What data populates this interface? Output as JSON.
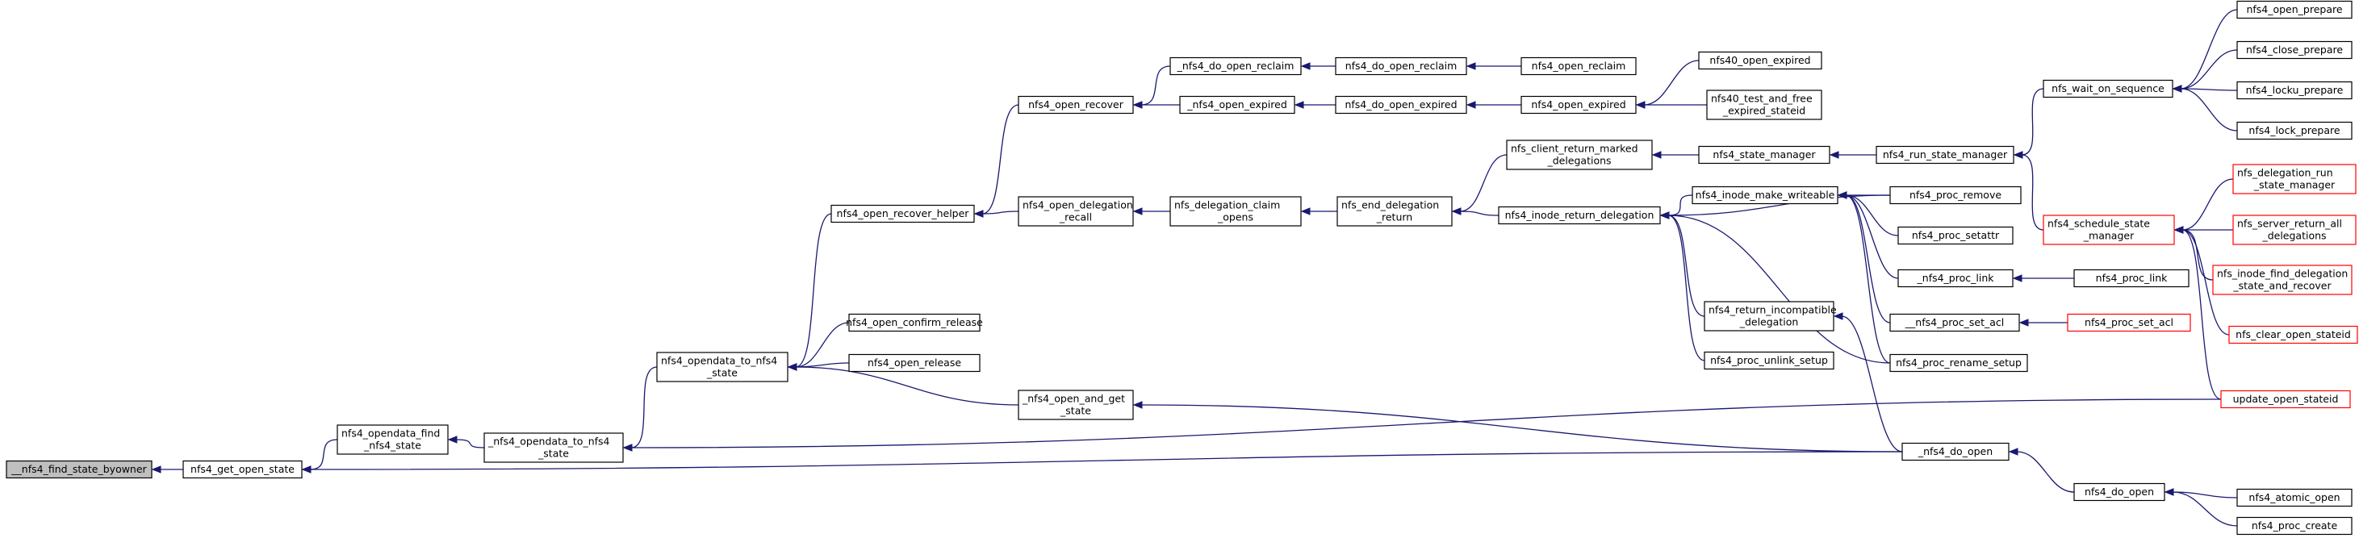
{
  "colors": {
    "focus_fill": "#bfbfbf",
    "default_border": "#000000",
    "truncated_border": "#ff0000",
    "edge": "#191970",
    "background": "#ffffff"
  },
  "legend_note": "",
  "nodes": [
    {
      "id": "n00",
      "lines": [
        "__nfs4_find_state_byowner"
      ],
      "style": "focus"
    },
    {
      "id": "n01",
      "lines": [
        "nfs4_get_open_state"
      ],
      "style": "default"
    },
    {
      "id": "n02",
      "lines": [
        "nfs4_opendata_find",
        "_nfs4_state"
      ],
      "style": "default"
    },
    {
      "id": "n03",
      "lines": [
        "_nfs4_opendata_to_nfs4",
        "_state"
      ],
      "style": "default"
    },
    {
      "id": "n04",
      "lines": [
        "nfs4_opendata_to_nfs4",
        "_state"
      ],
      "style": "default"
    },
    {
      "id": "n05",
      "lines": [
        "nfs4_open_recover_helper"
      ],
      "style": "default"
    },
    {
      "id": "n06",
      "lines": [
        "nfs4_open_confirm_release"
      ],
      "style": "default"
    },
    {
      "id": "n07",
      "lines": [
        "nfs4_open_release"
      ],
      "style": "default"
    },
    {
      "id": "n08",
      "lines": [
        "_nfs4_open_and_get",
        "_state"
      ],
      "style": "default"
    },
    {
      "id": "n09",
      "lines": [
        "nfs4_open_recover"
      ],
      "style": "default"
    },
    {
      "id": "n10",
      "lines": [
        "nfs4_open_delegation",
        "_recall"
      ],
      "style": "default"
    },
    {
      "id": "n11",
      "lines": [
        "_nfs4_do_open_reclaim"
      ],
      "style": "default"
    },
    {
      "id": "n12",
      "lines": [
        "_nfs4_open_expired"
      ],
      "style": "default"
    },
    {
      "id": "n13",
      "lines": [
        "nfs_delegation_claim",
        "_opens"
      ],
      "style": "default"
    },
    {
      "id": "n14",
      "lines": [
        "nfs4_do_open_reclaim"
      ],
      "style": "default"
    },
    {
      "id": "n15",
      "lines": [
        "nfs4_do_open_expired"
      ],
      "style": "default"
    },
    {
      "id": "n16",
      "lines": [
        "nfs_end_delegation",
        "_return"
      ],
      "style": "default"
    },
    {
      "id": "n17",
      "lines": [
        "nfs4_open_reclaim"
      ],
      "style": "default"
    },
    {
      "id": "n18",
      "lines": [
        "nfs4_open_expired"
      ],
      "style": "default"
    },
    {
      "id": "n19",
      "lines": [
        "nfs_client_return_marked",
        "_delegations"
      ],
      "style": "default"
    },
    {
      "id": "n20",
      "lines": [
        "nfs4_inode_return_delegation"
      ],
      "style": "default"
    },
    {
      "id": "n21",
      "lines": [
        "nfs40_open_expired"
      ],
      "style": "default"
    },
    {
      "id": "n22",
      "lines": [
        "nfs40_test_and_free",
        "_expired_stateid"
      ],
      "style": "default"
    },
    {
      "id": "n23",
      "lines": [
        "nfs4_state_manager"
      ],
      "style": "default"
    },
    {
      "id": "n24",
      "lines": [
        "nfs4_inode_make_writeable"
      ],
      "style": "default"
    },
    {
      "id": "n25",
      "lines": [
        "nfs4_return_incompatible",
        "_delegation"
      ],
      "style": "default"
    },
    {
      "id": "n26",
      "lines": [
        "nfs4_proc_unlink_setup"
      ],
      "style": "default"
    },
    {
      "id": "n27",
      "lines": [
        "_nfs4_do_open"
      ],
      "style": "default"
    },
    {
      "id": "n28",
      "lines": [
        "nfs4_proc_remove"
      ],
      "style": "default"
    },
    {
      "id": "n29",
      "lines": [
        "nfs4_proc_setattr"
      ],
      "style": "default"
    },
    {
      "id": "n30",
      "lines": [
        "_nfs4_proc_link"
      ],
      "style": "default"
    },
    {
      "id": "n31",
      "lines": [
        "__nfs4_proc_set_acl"
      ],
      "style": "default"
    },
    {
      "id": "n32",
      "lines": [
        "nfs4_proc_rename_setup"
      ],
      "style": "default"
    },
    {
      "id": "n33",
      "lines": [
        "nfs4_run_state_manager"
      ],
      "style": "default"
    },
    {
      "id": "n34",
      "lines": [
        "nfs4_proc_link"
      ],
      "style": "default"
    },
    {
      "id": "n35",
      "lines": [
        "nfs4_proc_set_acl"
      ],
      "style": "truncated"
    },
    {
      "id": "n36",
      "lines": [
        "nfs4_do_open"
      ],
      "style": "default"
    },
    {
      "id": "n37",
      "lines": [
        "nfs_wait_on_sequence"
      ],
      "style": "default"
    },
    {
      "id": "n38",
      "lines": [
        "nfs4_schedule_state",
        "_manager"
      ],
      "style": "truncated"
    },
    {
      "id": "n39",
      "lines": [
        "update_open_stateid"
      ],
      "style": "truncated"
    },
    {
      "id": "n40",
      "lines": [
        "nfs4_open_prepare"
      ],
      "style": "default"
    },
    {
      "id": "n41",
      "lines": [
        "nfs4_close_prepare"
      ],
      "style": "default"
    },
    {
      "id": "n42",
      "lines": [
        "nfs4_locku_prepare"
      ],
      "style": "default"
    },
    {
      "id": "n43",
      "lines": [
        "nfs4_lock_prepare"
      ],
      "style": "default"
    },
    {
      "id": "n44",
      "lines": [
        "nfs_delegation_run",
        "_state_manager"
      ],
      "style": "truncated"
    },
    {
      "id": "n45",
      "lines": [
        "nfs_server_return_all",
        "_delegations"
      ],
      "style": "truncated"
    },
    {
      "id": "n46",
      "lines": [
        "nfs_inode_find_delegation",
        "_state_and_recover"
      ],
      "style": "truncated"
    },
    {
      "id": "n47",
      "lines": [
        "nfs_clear_open_stateid"
      ],
      "style": "truncated"
    },
    {
      "id": "n48",
      "lines": [
        "nfs4_atomic_open"
      ],
      "style": "default"
    },
    {
      "id": "n49",
      "lines": [
        "nfs4_proc_create"
      ],
      "style": "default"
    }
  ],
  "edges": [
    [
      "n01",
      "n00"
    ],
    [
      "n02",
      "n01"
    ],
    [
      "n27",
      "n01"
    ],
    [
      "n03",
      "n02"
    ],
    [
      "n04",
      "n03"
    ],
    [
      "n05",
      "n04"
    ],
    [
      "n06",
      "n04"
    ],
    [
      "n07",
      "n04"
    ],
    [
      "n08",
      "n04"
    ],
    [
      "n09",
      "n05"
    ],
    [
      "n10",
      "n05"
    ],
    [
      "n27",
      "n08"
    ],
    [
      "n11",
      "n09"
    ],
    [
      "n12",
      "n09"
    ],
    [
      "n13",
      "n10"
    ],
    [
      "n14",
      "n11"
    ],
    [
      "n15",
      "n12"
    ],
    [
      "n16",
      "n13"
    ],
    [
      "n17",
      "n14"
    ],
    [
      "n18",
      "n15"
    ],
    [
      "n19",
      "n16"
    ],
    [
      "n20",
      "n16"
    ],
    [
      "n21",
      "n18"
    ],
    [
      "n22",
      "n18"
    ],
    [
      "n23",
      "n19"
    ],
    [
      "n24",
      "n20"
    ],
    [
      "n25",
      "n20"
    ],
    [
      "n26",
      "n20"
    ],
    [
      "n28",
      "n20"
    ],
    [
      "n32",
      "n20"
    ],
    [
      "n27",
      "n25"
    ],
    [
      "n28",
      "n24"
    ],
    [
      "n29",
      "n24"
    ],
    [
      "n30",
      "n24"
    ],
    [
      "n31",
      "n24"
    ],
    [
      "n32",
      "n24"
    ],
    [
      "n33",
      "n23"
    ],
    [
      "n34",
      "n30"
    ],
    [
      "n35",
      "n31"
    ],
    [
      "n36",
      "n27"
    ],
    [
      "n37",
      "n33"
    ],
    [
      "n38",
      "n33"
    ],
    [
      "n39",
      "n03"
    ],
    [
      "n40",
      "n37"
    ],
    [
      "n41",
      "n37"
    ],
    [
      "n42",
      "n37"
    ],
    [
      "n43",
      "n37"
    ],
    [
      "n44",
      "n38"
    ],
    [
      "n45",
      "n38"
    ],
    [
      "n46",
      "n38"
    ],
    [
      "n47",
      "n38"
    ],
    [
      "n39",
      "n38"
    ],
    [
      "n48",
      "n36"
    ],
    [
      "n49",
      "n36"
    ]
  ]
}
